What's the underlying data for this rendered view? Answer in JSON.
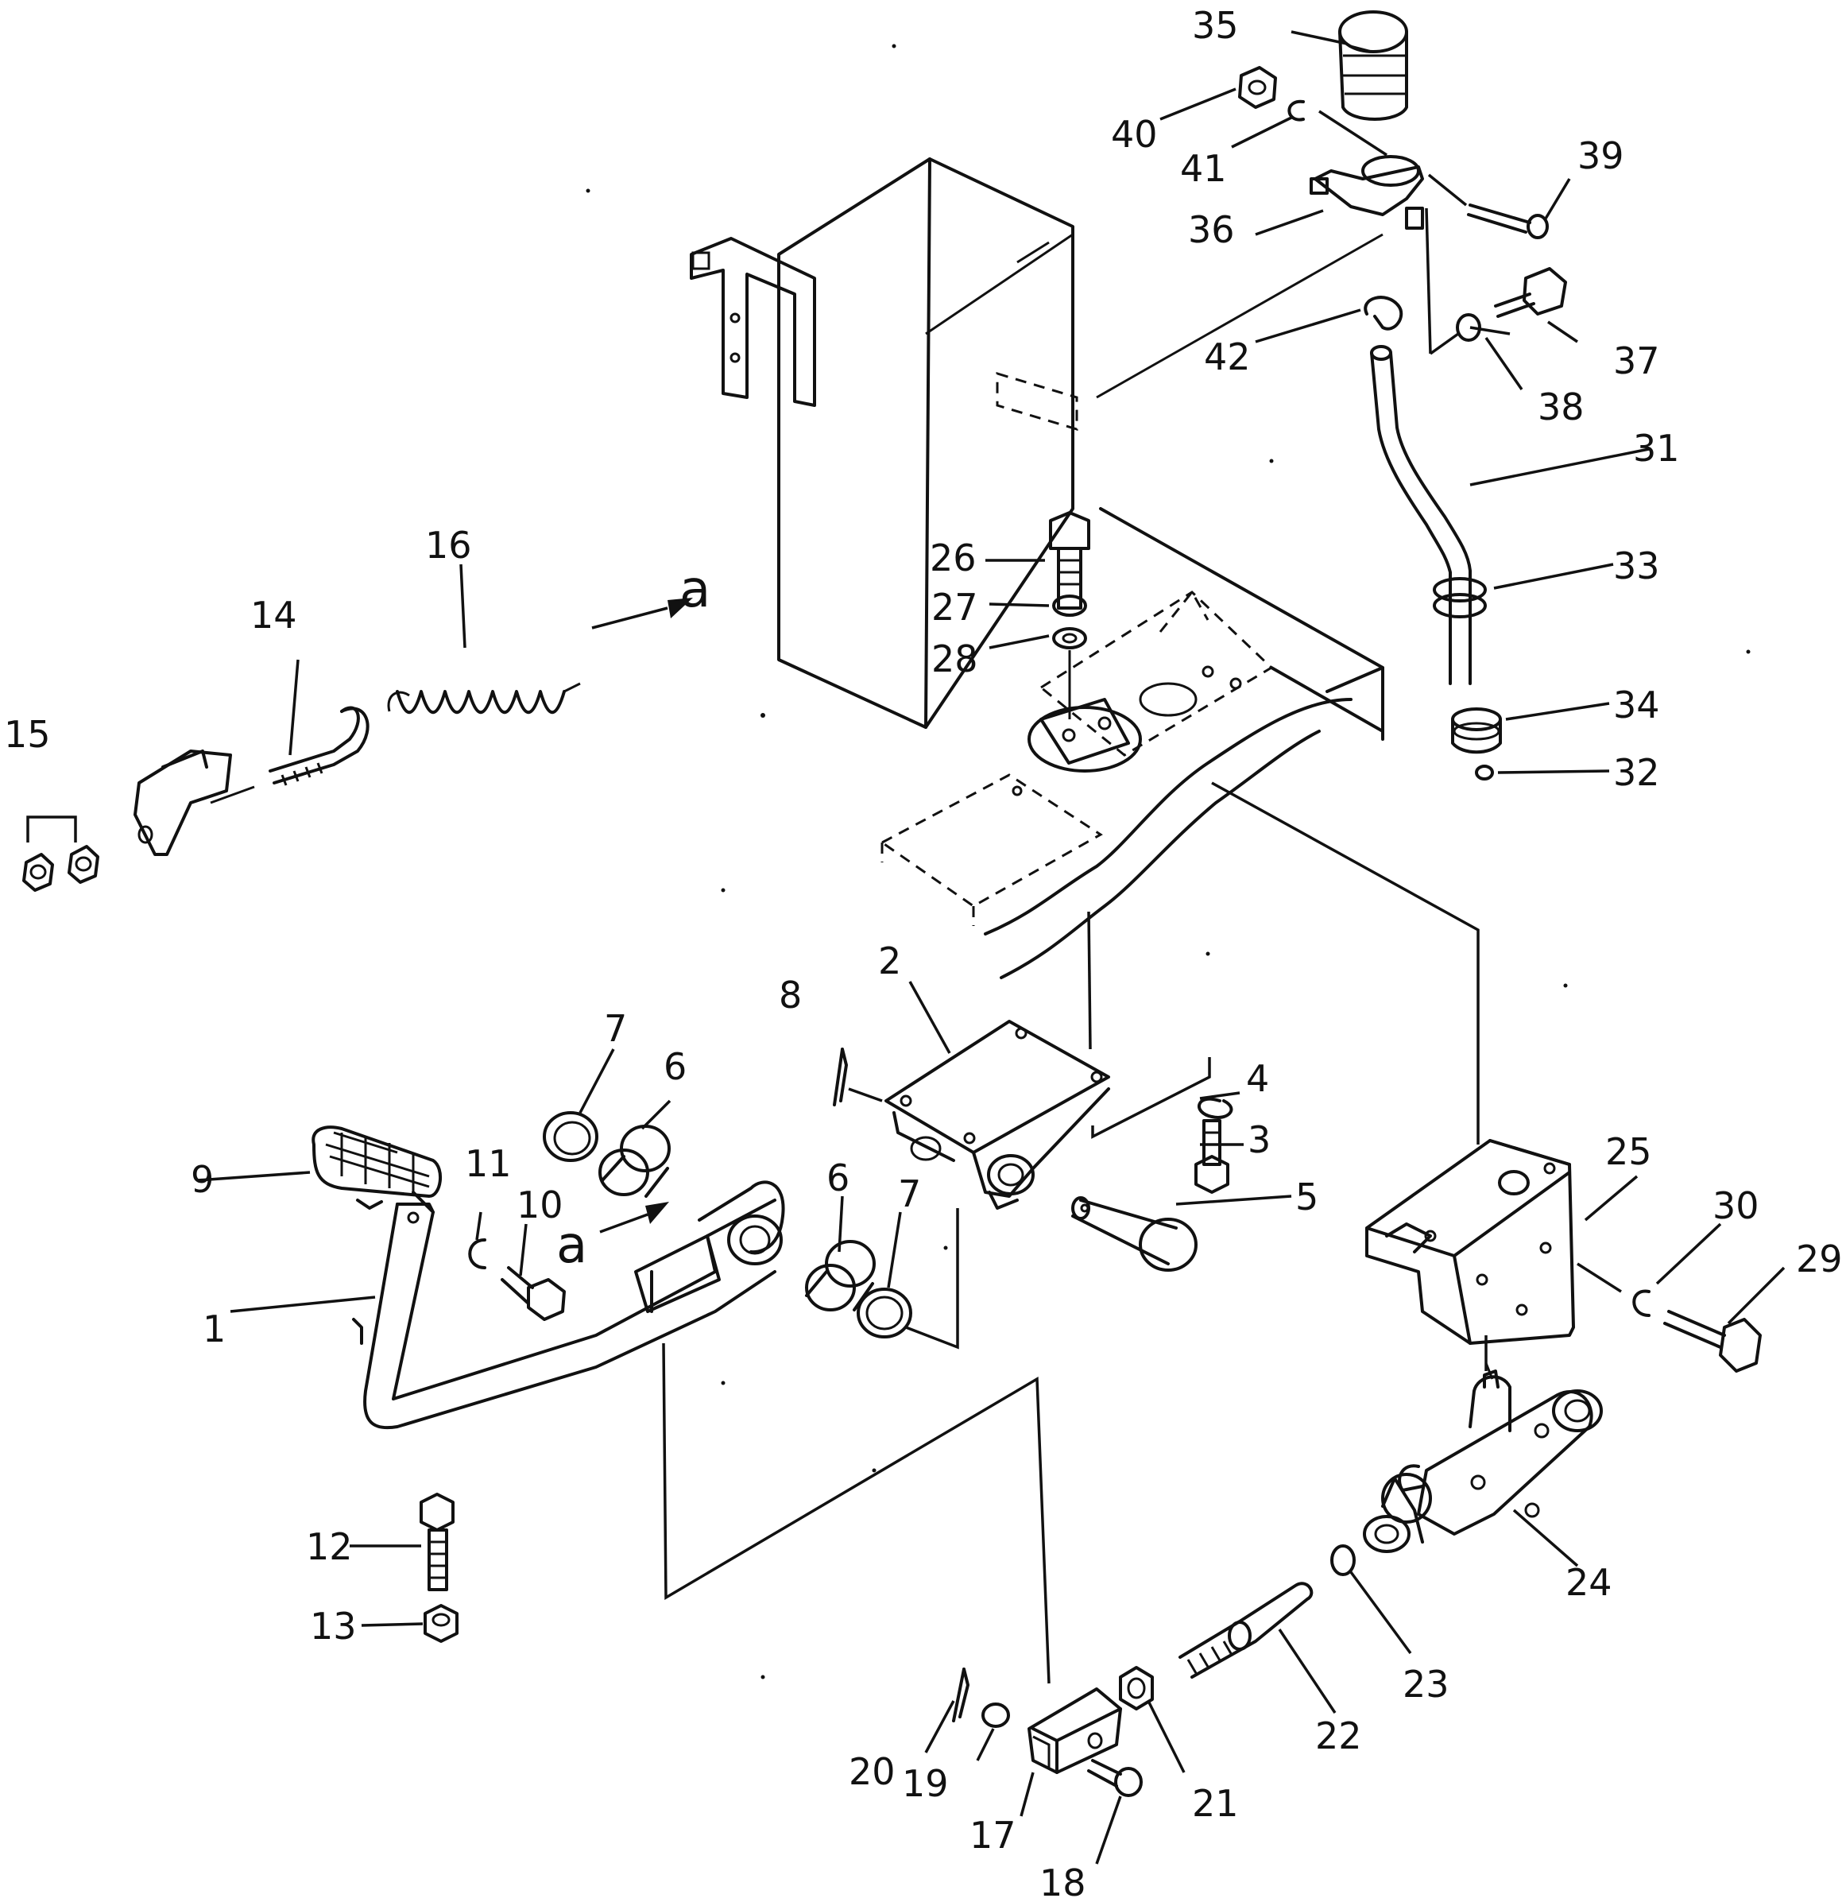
{
  "callouts": [
    "1",
    "2",
    "3",
    "4",
    "5",
    "6",
    "6",
    "7",
    "7",
    "8",
    "9",
    "10",
    "11",
    "12",
    "13",
    "14",
    "15",
    "16",
    "17",
    "18",
    "19",
    "20",
    "21",
    "22",
    "23",
    "24",
    "25",
    "26",
    "27",
    "28",
    "29",
    "30",
    "31",
    "32",
    "33",
    "34",
    "35",
    "36",
    "37",
    "38",
    "39",
    "40",
    "41",
    "42"
  ],
  "refs": [
    "a",
    "a"
  ]
}
